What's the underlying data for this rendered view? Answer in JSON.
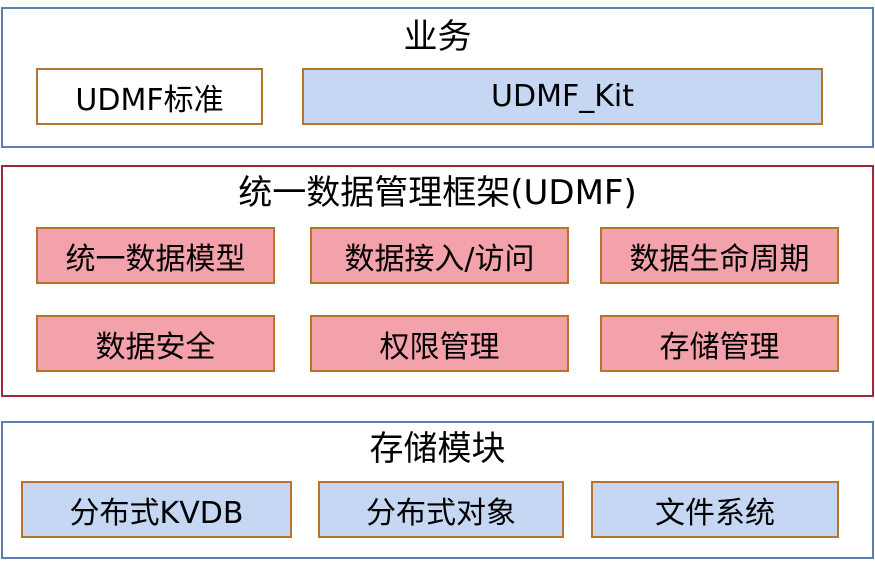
{
  "business": {
    "title": "业务",
    "items": [
      "UDMF标准",
      "UDMF_Kit"
    ]
  },
  "udmf": {
    "title": "统一数据管理框架(UDMF)",
    "items": [
      "统一数据模型",
      "数据接入/访问",
      "数据生命周期",
      "数据安全",
      "权限管理",
      "存储管理"
    ]
  },
  "storage": {
    "title": "存储模块",
    "items": [
      "分布式KVDB",
      "分布式对象",
      "文件系统"
    ]
  },
  "colors": {
    "blue_box": "#c5d7f2",
    "pink_box": "#f3a1aa",
    "box_border": "#b7752b",
    "blue_frame": "#5b7faf",
    "red_frame": "#a0283c"
  }
}
